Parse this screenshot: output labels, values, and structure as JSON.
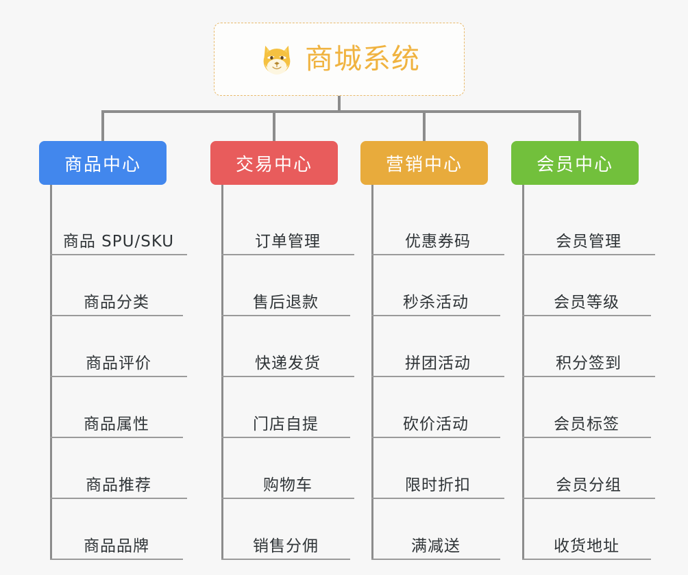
{
  "root": {
    "title": "商城系统",
    "icon": "shiba-dog-icon",
    "border_color": "#e8b96a",
    "text_color": "#f0b340"
  },
  "connector_color": "#8c8c8c",
  "background_color": "#f7f7f7",
  "columns": [
    {
      "id": "product-center",
      "label": "商品中心",
      "color": "#4287ed",
      "items": [
        "商品 SPU/SKU",
        "商品分类",
        "商品评价",
        "商品属性",
        "商品推荐",
        "商品品牌"
      ]
    },
    {
      "id": "trade-center",
      "label": "交易中心",
      "color": "#e85c5c",
      "items": [
        "订单管理",
        "售后退款",
        "快递发货",
        "门店自提",
        "购物车",
        "销售分佣"
      ]
    },
    {
      "id": "marketing-center",
      "label": "营销中心",
      "color": "#e8ab3c",
      "items": [
        "优惠券码",
        "秒杀活动",
        "拼团活动",
        "砍价活动",
        "限时折扣",
        "满减送"
      ]
    },
    {
      "id": "member-center",
      "label": "会员中心",
      "color": "#72c03c",
      "items": [
        "会员管理",
        "会员等级",
        "积分签到",
        "会员标签",
        "会员分组",
        "收货地址"
      ]
    }
  ]
}
